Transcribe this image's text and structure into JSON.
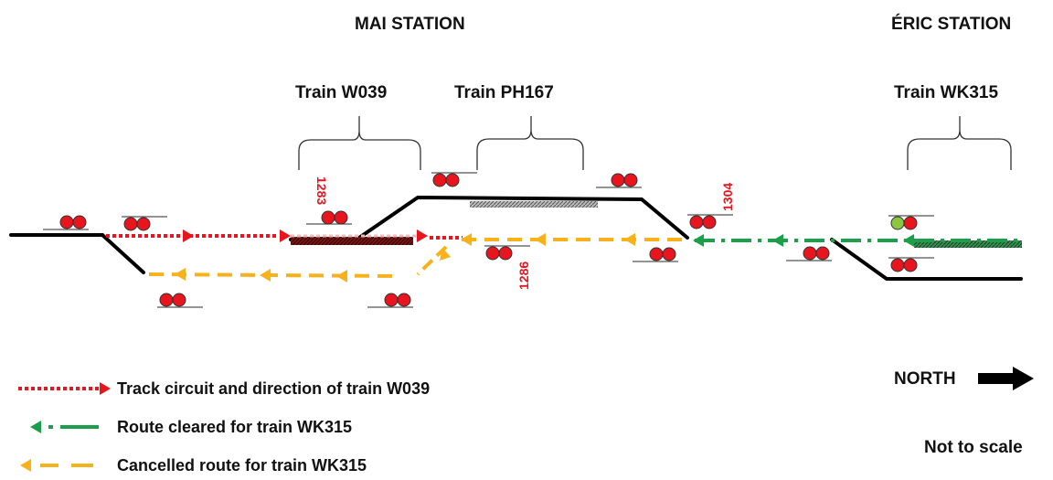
{
  "stations": {
    "mai": "MAI STATION",
    "eric": "ÉRIC STATION"
  },
  "trains": {
    "w039": "Train W039",
    "ph167": "Train PH167",
    "wk315": "Train WK315"
  },
  "signals": {
    "s1283": "1283",
    "s1286": "1286",
    "s1304": "1304"
  },
  "legend": {
    "track_circuit": "Track circuit and direction of train W039",
    "route_cleared": "Route cleared for train WK315",
    "cancelled_route": "Cancelled route for train WK315"
  },
  "orientation": {
    "north": "NORTH",
    "scale": "Not to scale"
  },
  "colors": {
    "track": "#000000",
    "signal_red": "#e8141e",
    "signal_green": "#8cc63f",
    "track_circuit": "#e8141e",
    "route_cleared": "#1aa04a",
    "cancelled_route": "#f7b21b",
    "occupied_w039": "#6b1010",
    "occupied_ph167": "#9a9a9a",
    "occupied_wk315": "#1f6e35",
    "signal_number": "#e8141e"
  }
}
